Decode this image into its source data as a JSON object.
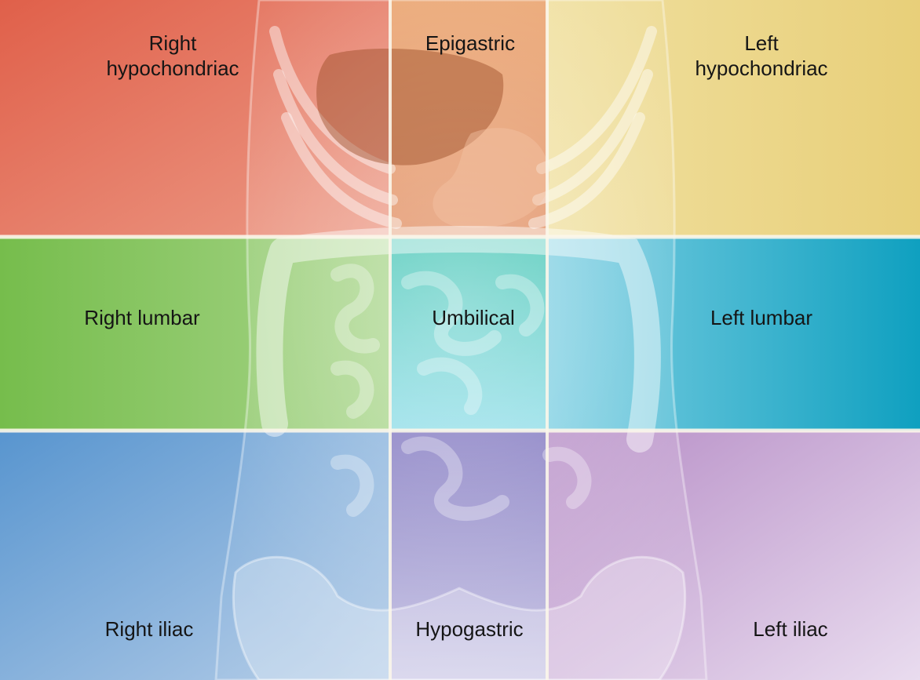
{
  "regions": {
    "right_hypochondriac": {
      "line1": "Right",
      "line2": "hypochondriac",
      "color": "#e06a4f"
    },
    "epigastric": {
      "line1": "Epigastric",
      "color": "#e8a06c"
    },
    "left_hypochondriac": {
      "line1": "Left",
      "line2": "hypochondriac",
      "color": "#e9cf7a"
    },
    "right_lumbar": {
      "line1": "Right lumbar",
      "color": "#7fbf56"
    },
    "umbilical": {
      "line1": "Umbilical",
      "color": "#4ec4b4"
    },
    "left_lumbar": {
      "line1": "Left lumbar",
      "color": "#1ea4c2"
    },
    "right_iliac": {
      "line1": "Right iliac",
      "color": "#5f99d0"
    },
    "hypogastric": {
      "line1": "Hypogastric",
      "color": "#8c84c6"
    },
    "left_iliac": {
      "line1": "Left iliac",
      "color": "#ae82bd"
    }
  }
}
